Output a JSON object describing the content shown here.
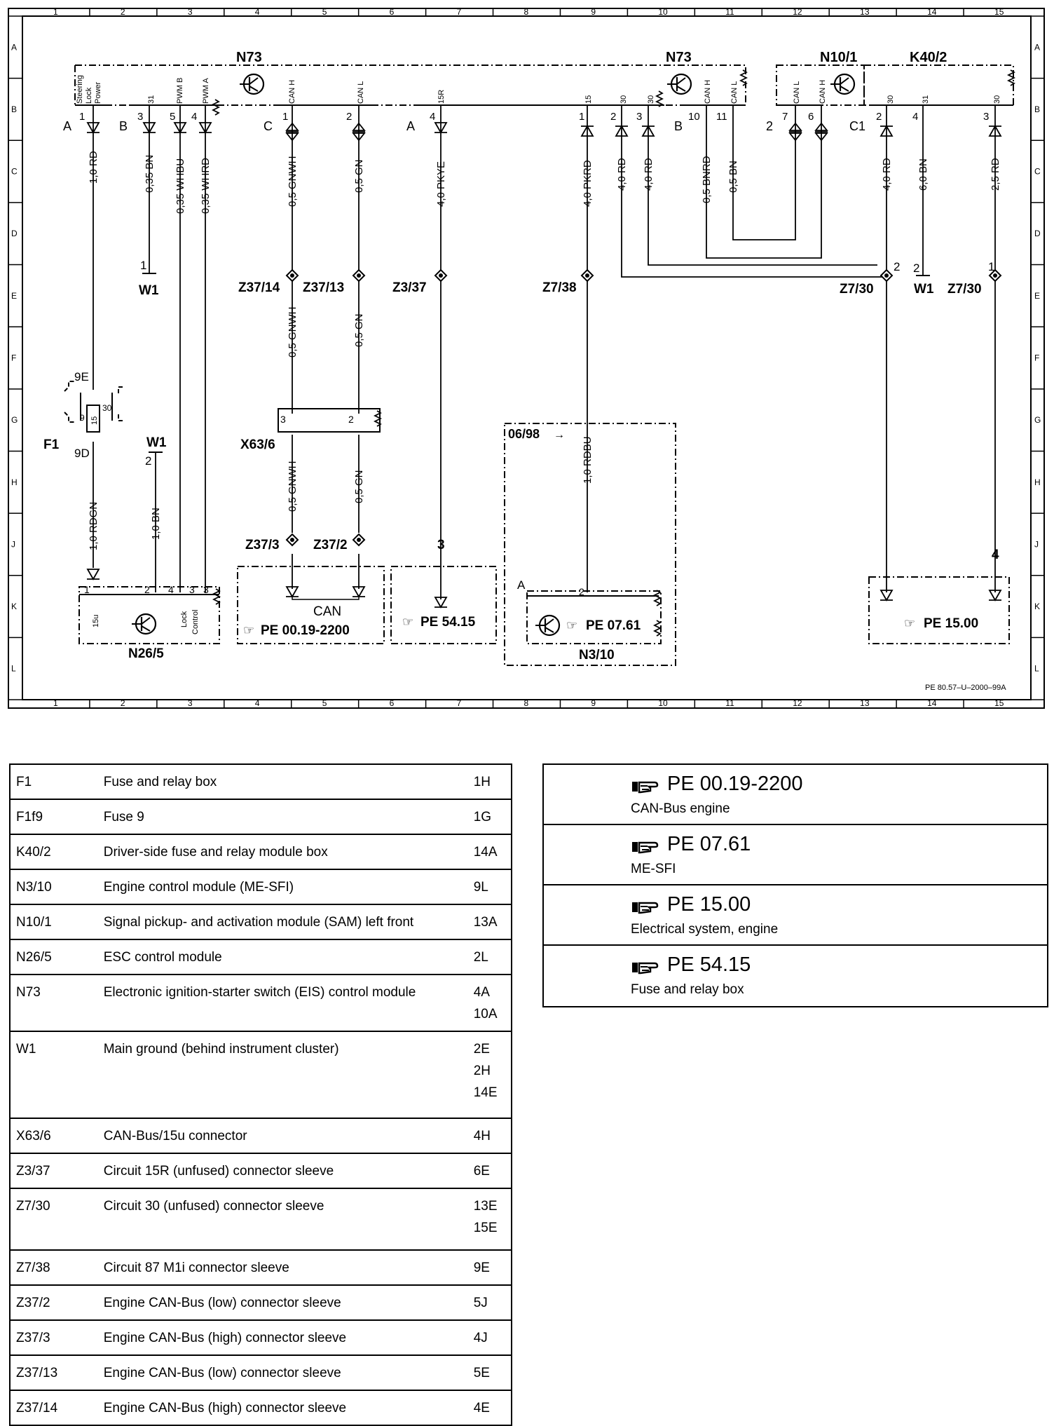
{
  "grid": {
    "columns": [
      "1",
      "2",
      "3",
      "4",
      "5",
      "6",
      "7",
      "8",
      "9",
      "10",
      "11",
      "12",
      "13",
      "14",
      "15"
    ],
    "rows": [
      "A",
      "B",
      "C",
      "D",
      "E",
      "F",
      "G",
      "H",
      "J",
      "K",
      "L"
    ]
  },
  "diagram_code": "PE 80.57–U–2000–99A",
  "components": {
    "n73_left": "N73",
    "n73_right": "N73",
    "n10_1": "N10/1",
    "k40_2": "K40/2",
    "n26_5": "N26/5",
    "n3_10": "N3/10",
    "x63_6": "X63/6",
    "f1": "F1",
    "w1_left_top": "W1",
    "w1_left_bottom": "W1",
    "w1_right": "W1",
    "z37_14": "Z37/14",
    "z37_13": "Z37/13",
    "z3_37": "Z3/37",
    "z7_38": "Z7/38",
    "z7_30_left": "Z7/30",
    "z7_30_right": "Z7/30",
    "z37_3": "Z37/3",
    "z37_2": "Z37/2",
    "fuse_9e": "9E",
    "fuse_9d": "9D",
    "date_note": "06/98",
    "can_label": "CAN"
  },
  "connectors": {
    "a1": "A",
    "b1": "B",
    "c1": "C",
    "a2": "A",
    "b2": "B",
    "n10_conn": "2",
    "c1_k40": "C1",
    "a_n3": "A"
  },
  "pins": {
    "steering": "Steering",
    "lock": "Lock",
    "power": "Power",
    "p31": "31",
    "pwm_b": "PWM B",
    "pwm_a": "PWM A",
    "can_h": "CAN H",
    "can_l": "CAN L",
    "p15r": "15R",
    "p15": "15",
    "p30": "30",
    "p15u": "15u",
    "control": "Control"
  },
  "wires": {
    "w_1rd": "1,0 RD",
    "w_035bn": "0,35 BN",
    "w_035whbu": "0,35 WHBU",
    "w_035whrd": "0,35 WHRD",
    "w_05gnwh": "0,5 GNWH",
    "w_05gn": "0,5 GN",
    "w_4pkye": "4,0 PKYE",
    "w_4pkrd": "4,0 PKRD",
    "w_4rd": "4,0 RD",
    "w_05bnrd": "0,5 BNRD",
    "w_05bn": "0,5 BN",
    "w_6bn": "6,0 BN",
    "w_25rd": "2,5 RD",
    "w_1rdgn": "1,0 RDGN",
    "w_1bn": "1,0 BN",
    "w_1rdbu": "1,0 RDBU"
  },
  "page_refs_inline": {
    "pe_0019": "PE 00.19-2200",
    "pe_5415": "PE 54.15",
    "pe_0761": "PE 07.61",
    "pe_1500": "PE 15.00"
  },
  "numbers": {
    "n1": "1",
    "n2": "2",
    "n3": "3",
    "n4": "4",
    "n30": "30"
  },
  "legend": [
    {
      "code": "F1",
      "desc": "Fuse and relay box",
      "loc": [
        "1H"
      ]
    },
    {
      "code": "F1f9",
      "desc": "Fuse 9",
      "loc": [
        "1G"
      ]
    },
    {
      "code": "K40/2",
      "desc": "Driver-side fuse and relay module box",
      "loc": [
        "14A"
      ]
    },
    {
      "code": "N3/10",
      "desc": "Engine control module (ME-SFI)",
      "loc": [
        "9L"
      ]
    },
    {
      "code": "N10/1",
      "desc": "Signal pickup- and activation module (SAM) left front",
      "loc": [
        "13A"
      ]
    },
    {
      "code": "N26/5",
      "desc": "ESC control module",
      "loc": [
        "2L"
      ]
    },
    {
      "code": "N73",
      "desc": "Electronic ignition-starter switch (EIS) control module",
      "loc": [
        "4A",
        "10A"
      ]
    },
    {
      "code": "W1",
      "desc": "Main ground (behind instrument cluster)",
      "loc": [
        "2E",
        "2H",
        "14E"
      ]
    },
    {
      "code": "X63/6",
      "desc": "CAN-Bus/15u connector",
      "loc": [
        "4H"
      ]
    },
    {
      "code": "Z3/37",
      "desc": "Circuit 15R (unfused) connector sleeve",
      "loc": [
        "6E"
      ]
    },
    {
      "code": "Z7/30",
      "desc": "Circuit 30 (unfused) connector sleeve",
      "loc": [
        "13E",
        "15E"
      ]
    },
    {
      "code": "Z7/38",
      "desc": "Circuit 87 M1i connector sleeve",
      "loc": [
        "9E"
      ]
    },
    {
      "code": "Z37/2",
      "desc": "Engine CAN-Bus (low) connector sleeve",
      "loc": [
        "5J"
      ]
    },
    {
      "code": "Z37/3",
      "desc": "Engine CAN-Bus (high) connector sleeve",
      "loc": [
        "4J"
      ]
    },
    {
      "code": "Z37/13",
      "desc": "Engine CAN-Bus (low) connector sleeve",
      "loc": [
        "5E"
      ]
    },
    {
      "code": "Z37/14",
      "desc": "Engine CAN-Bus (high) connector sleeve",
      "loc": [
        "4E"
      ]
    }
  ],
  "references": [
    {
      "code": "PE 00.19-2200",
      "desc": "CAN-Bus engine"
    },
    {
      "code": "PE 07.61",
      "desc": "ME-SFI"
    },
    {
      "code": "PE 15.00",
      "desc": "Electrical system, engine"
    },
    {
      "code": "PE 54.15",
      "desc": "Fuse and relay box"
    }
  ]
}
